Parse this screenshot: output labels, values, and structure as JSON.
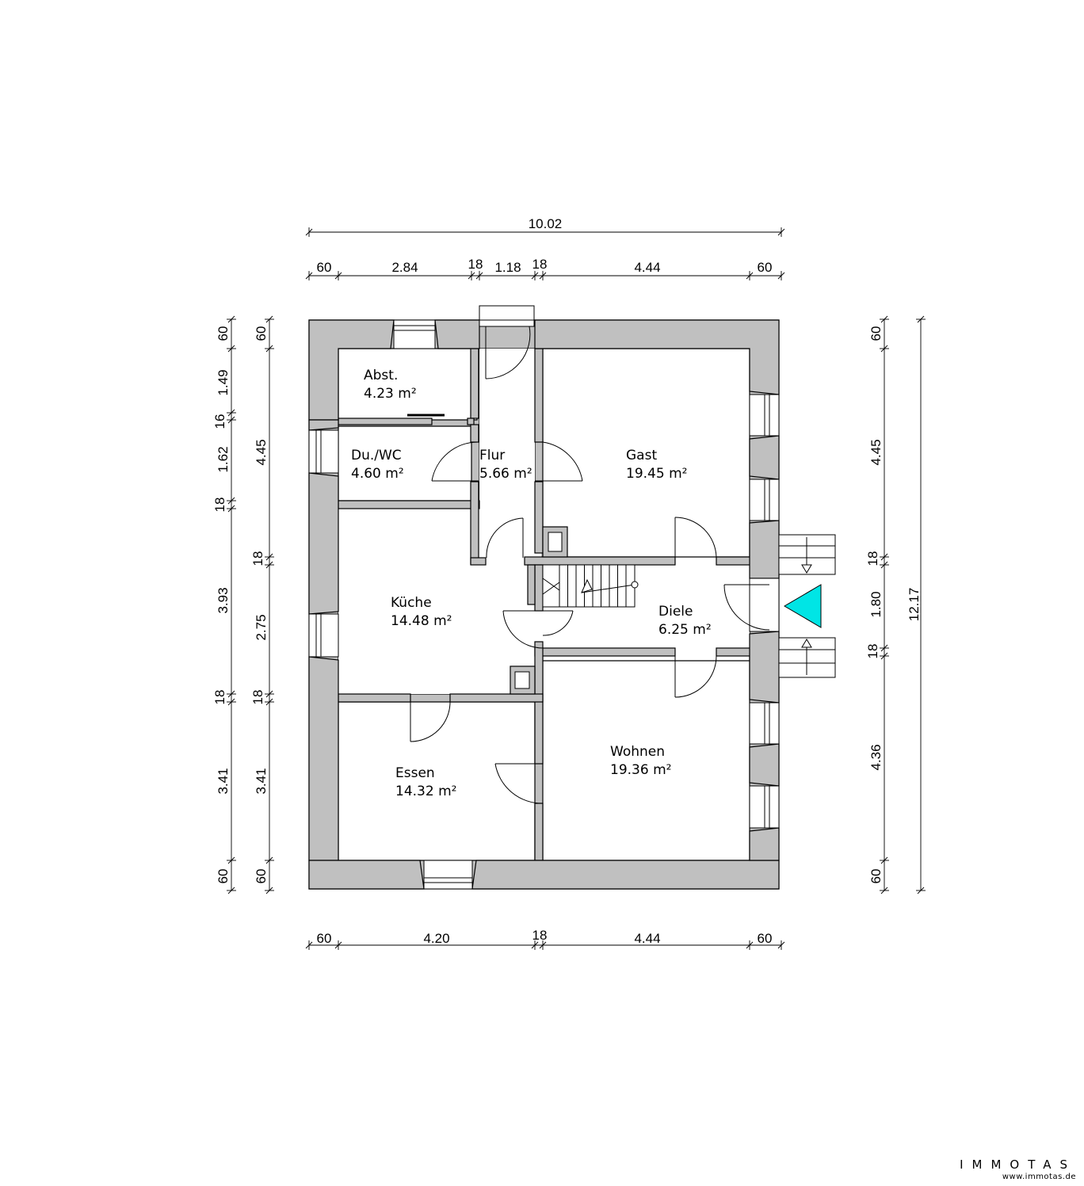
{
  "rooms": [
    {
      "name": "Abst.",
      "area": "4.23 m²"
    },
    {
      "name": "Du./WC",
      "area": "4.60 m²"
    },
    {
      "name": "Flur",
      "area": "5.66 m²"
    },
    {
      "name": "Gast",
      "area": "19.45 m²"
    },
    {
      "name": "Küche",
      "area": "14.48 m²"
    },
    {
      "name": "Diele",
      "area": "6.25 m²"
    },
    {
      "name": "Essen",
      "area": "14.32 m²"
    },
    {
      "name": "Wohnen",
      "area": "19.36 m²"
    }
  ],
  "dimensions": {
    "top_total": "10.02",
    "top": [
      "60",
      "2.84",
      "18",
      "1.18",
      "18",
      "4.44",
      "60"
    ],
    "bottom": [
      "60",
      "4.20",
      "18",
      "4.44",
      "60"
    ],
    "left_outer": [
      "60",
      "1.49",
      "16",
      "1.62",
      "18",
      "3.93",
      "18",
      "3.41",
      "60"
    ],
    "left_inner": [
      "60",
      "4.45",
      "18",
      "2.75",
      "18",
      "3.41",
      "60"
    ],
    "right": [
      "60",
      "4.45",
      "18",
      "1.80",
      "18",
      "4.36",
      "60"
    ],
    "right_total": "12.17"
  },
  "colors": {
    "wall": "#c0c0c0",
    "entrance_marker": "#00e5e5"
  },
  "brand": {
    "name": "IMMOTAS",
    "url": "www.immotas.de"
  }
}
